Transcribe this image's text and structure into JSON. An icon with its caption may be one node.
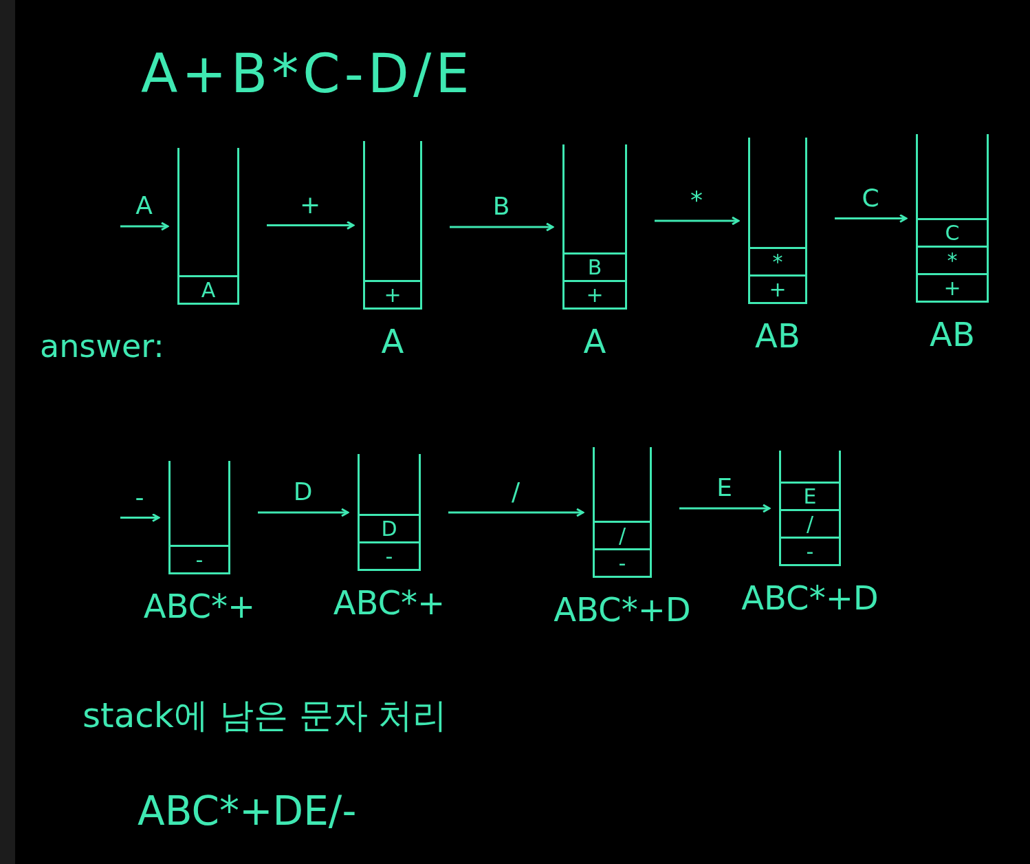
{
  "diagram": {
    "title": "A+B*C-D/E",
    "nodes": [
      {
        "text": [],
        "shape": "box"
      },
      {
        "text": [
          "A"
        ],
        "in": 0
      },
      {
        "text": [],
        "shape": "box",
        "beside": [
          "A"
        ]
      },
      {
        "text": [
          "+"
        ],
        "in": 2
      },
      {
        "text": [],
        "shape": "box",
        "beside": [
          "A"
        ]
      },
      {
        "text": [
          "B"
        ],
        "in": 4
      },
      {
        "text": [
          "+"
        ],
        "in": 4
      },
      {
        "text": [],
        "shape": "box",
        "beside": [
          "AB"
        ]
      },
      {
        "text": [
          "*"
        ],
        "in": 7
      },
      {
        "text": [
          "+"
        ],
        "in": 7
      },
      {
        "text": [],
        "shape": "box",
        "beside": [
          "AB"
        ]
      },
      {
        "text": [
          "C"
        ],
        "in": 10
      },
      {
        "text": [
          "*"
        ],
        "in": 10
      },
      {
        "text": [
          "+"
        ],
        "in": 10
      },
      {
        "text": [],
        "shape": "box",
        "beside": [
          "ABC*+"
        ]
      },
      {
        "text": [
          "-"
        ],
        "in": 14
      },
      {
        "text": [],
        "shape": "box",
        "beside": [
          "ABC*+"
        ]
      },
      {
        "text": [
          "D"
        ],
        "in": 16
      },
      {
        "text": [
          "-"
        ],
        "in": 16
      },
      {
        "text": [],
        "shape": "box",
        "beside": [
          "ABC*+D"
        ]
      },
      {
        "text": [
          "/"
        ],
        "in": 19
      },
      {
        "text": [
          "-"
        ],
        "in": 19
      },
      {
        "text": [],
        "shape": "box",
        "beside": [
          "ABC*+D"
        ]
      },
      {
        "text": [
          "E"
        ],
        "in": 22
      },
      {
        "text": [
          "/"
        ],
        "in": 22
      },
      {
        "text": [
          "-"
        ],
        "in": 22
      }
    ],
    "edges": [
      {
        "from": null,
        "to": 0,
        "arrow": "to",
        "label": "A"
      },
      {
        "from": 0,
        "to": 2,
        "arrow": "to",
        "label": "+"
      },
      {
        "from": 2,
        "to": 4,
        "arrow": "to",
        "label": "B"
      },
      {
        "from": 4,
        "to": 7,
        "arrow": "to",
        "label": "*"
      },
      {
        "from": 7,
        "to": 10,
        "arrow": "to",
        "label": "C"
      },
      {
        "from": null,
        "to": 14,
        "arrow": "to",
        "label": "-"
      },
      {
        "from": 14,
        "to": 16,
        "arrow": "to",
        "label": "D"
      },
      {
        "from": 16,
        "to": 19,
        "arrow": "to",
        "label": "/"
      },
      {
        "from": 19,
        "to": 22,
        "arrow": "to",
        "label": "E"
      }
    ],
    "labels": [
      "answer:",
      "stack에 남은 문자 처리",
      "ABC*+DE/-"
    ]
  }
}
